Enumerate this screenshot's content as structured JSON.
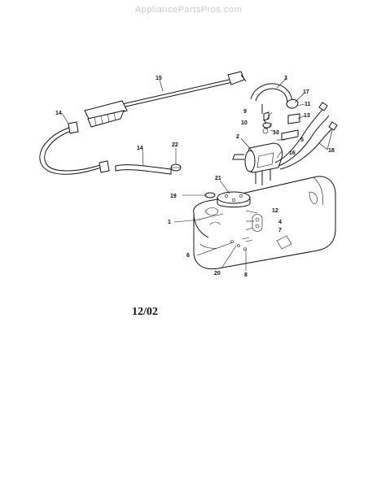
{
  "watermark": "AppliancePartsPros.com",
  "date_code": "12/02",
  "callouts": {
    "c1": "1",
    "c2": "2",
    "c3": "3",
    "c4": "4",
    "c5": "5",
    "c6": "6",
    "c7": "7",
    "c8": "8",
    "c9": "9",
    "c10": "10",
    "c11": "11",
    "c12": "12",
    "c13a": "13",
    "c13b": "13",
    "c14a": "14",
    "c14b": "14",
    "c15": "15",
    "c16": "16",
    "c17": "17",
    "c18": "18",
    "c19": "19",
    "c20": "20",
    "c21": "21",
    "c22": "22"
  }
}
